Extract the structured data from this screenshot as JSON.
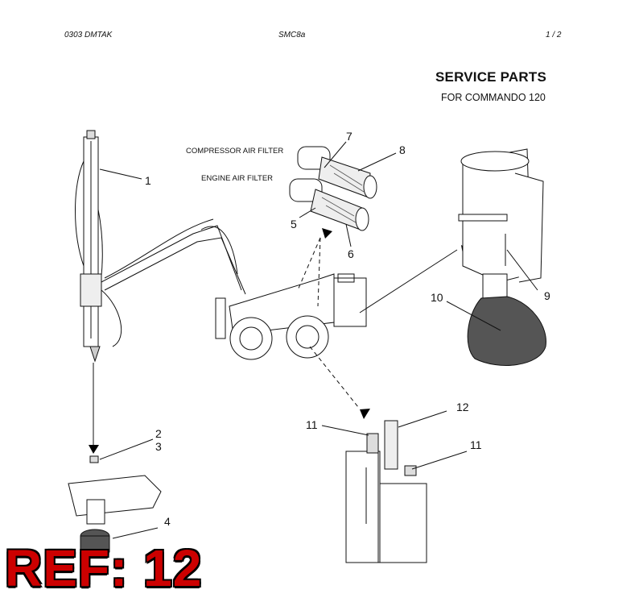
{
  "header": {
    "left": "0303   DMTAK",
    "center": "SMC8a",
    "right": "1 /  2"
  },
  "title": "SERVICE PARTS",
  "subtitle": "FOR COMMANDO 120",
  "labels": {
    "compressor_air_filter": "COMPRESSOR AIR FILTER",
    "engine_air_filter": "ENGINE AIR FILTER"
  },
  "callouts": {
    "c1": "1",
    "c2": "2",
    "c3": "3",
    "c4": "4",
    "c5": "5",
    "c6": "6",
    "c7": "7",
    "c8": "8",
    "c9": "9",
    "c10": "10",
    "c11a": "11",
    "c11b": "11",
    "c12": "12"
  },
  "ref_stamp": "REF: 12"
}
